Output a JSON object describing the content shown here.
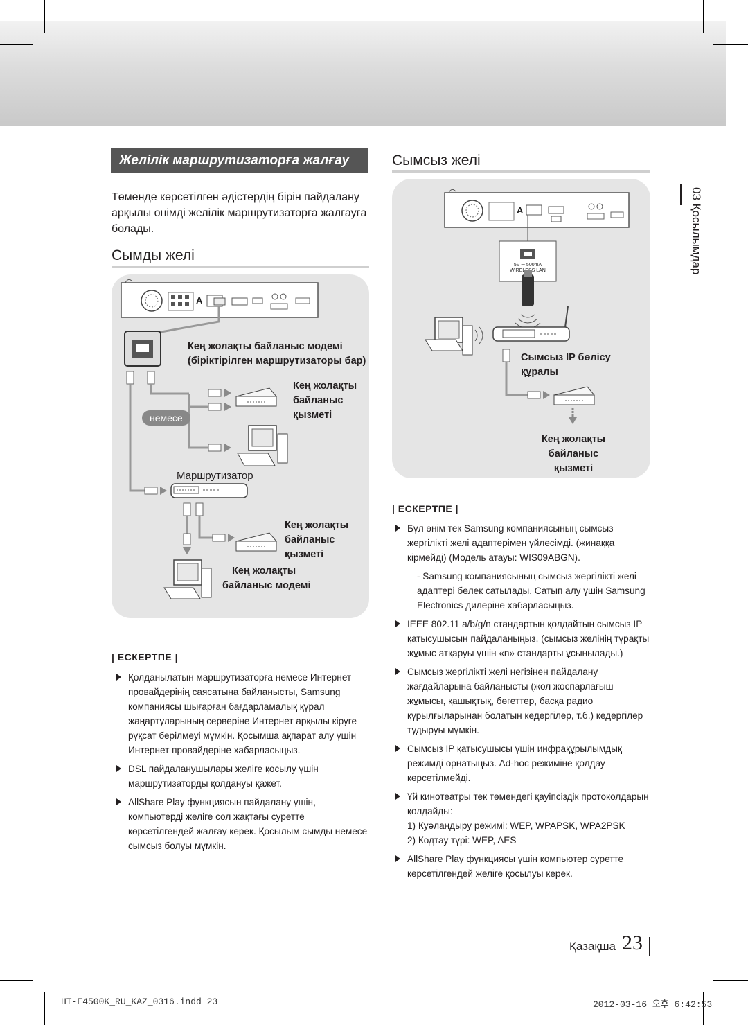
{
  "header": {
    "section_title": "Желілік маршрутизаторға жалғау",
    "side_tab": "03  Қосылымдар"
  },
  "left": {
    "intro": "Төменде көрсетілген әдістердің бірін пайдалану арқылы өнімді желілік маршрутизаторға жалғауға болады.",
    "wired_title": "Сымды желі",
    "diagram": {
      "modem_label_1": "Кең жолақты байланыс модемі",
      "modem_label_2": "(біріктірілген маршрутизаторы бар)",
      "service_label_1a": "Кең жолақты",
      "service_label_1b": "байланыс",
      "service_label_1c": "қызметі",
      "or_label": "немесе",
      "router_label": "Маршрутизатор",
      "service_label_2a": "Кең жолақты",
      "service_label_2b": "байланыс",
      "service_label_2c": "қызметі",
      "modem2_label_a": "Кең жолақты",
      "modem2_label_b": "байланыс модемі"
    },
    "note_head": "| ЕСКЕРТПЕ |",
    "notes": [
      "Қолданылатын маршрутизаторға немесе Интернет провайдерінің саясатына байланысты, Samsung компаниясы шығарған бағдарламалық құрал жаңартуларының серверіне Интернет арқылы кіруге рұқсат берілмеуі мүмкін. Қосымша ақпарат алу үшін Интернет провайдеріне хабарласыңыз.",
      "DSL пайдаланушылары желіге қосылу үшін маршрутизаторды қолдануы қажет.",
      "AllShare Play функциясын пайдалану үшін, компьютерді желіге сол жақтағы суретте көрсетілгендей жалғау керек. Қосылым сымды немесе сымсыз болуы мүмкін."
    ]
  },
  "right": {
    "wireless_title": "Сымсыз желі",
    "diagram": {
      "port_text_1": "5V ⎓ 500mA",
      "port_text_2": "WIRELESS LAN",
      "sharer_label_a": "Сымсыз IP бөлісу",
      "sharer_label_b": "құралы",
      "service_label_a": "Кең жолақты байланыс",
      "service_label_b": "қызметі"
    },
    "note_head": "| ЕСКЕРТПЕ |",
    "note1": "Бұл өнім тек Samsung компаниясының сымсыз жергілікті желі адаптерімен үйлесімді. (жинаққа кірмейді) (Модель атауы: WIS09ABGN).",
    "note1_sub": "-  Samsung компаниясының сымсыз жергілікті желі адаптері бөлек сатылады. Сатып алу үшін Samsung Electronics дилеріне хабарласыңыз.",
    "note2": "IEEE 802.11 a/b/g/n стандартын қолдайтын сымсыз IP қатысушысын пайдаланыңыз. (сымсыз желінің тұрақты жұмыс атқаруы үшін «n» стандарты ұсынылады.)",
    "note3": "Сымсыз жергілікті желі негізінен пайдалану жағдайларына байланысты (жол жоспарлағыш жұмысы, қашықтық, бөгеттер, басқа радио құрылғыларынан болатын кедергілер, т.б.) кедергілер тудыруы мүмкін.",
    "note4": "Сымсыз IP қатысушысы үшін инфрақұрылымдық режимді орнатыңыз. Ad-hoc режиміне қолдау көрсетілмейді.",
    "note5": "Үй кинотеатры тек төмендегі қауіпсіздік протоколдарын қолдайды:",
    "note5_sub1": "1) Куәландыру режимі: WEP, WPAPSK, WPA2PSK",
    "note5_sub2": "2) Кодтау түрі: WEP, AES",
    "note6": "AllShare Play функциясы үшін компьютер суретте көрсетілгендей желіге қосылуы керек."
  },
  "page": {
    "language": "Қазақша",
    "number": "23",
    "footer_file": "HT-E4500K_RU_KAZ_0316.indd   23",
    "footer_date": "2012-03-16   오후 6:42:53"
  },
  "colors": {
    "title_bar": "#555555",
    "panel": "#e5e5e5",
    "arrow": "#8a8a8a",
    "cable": "#9a9a9a"
  }
}
